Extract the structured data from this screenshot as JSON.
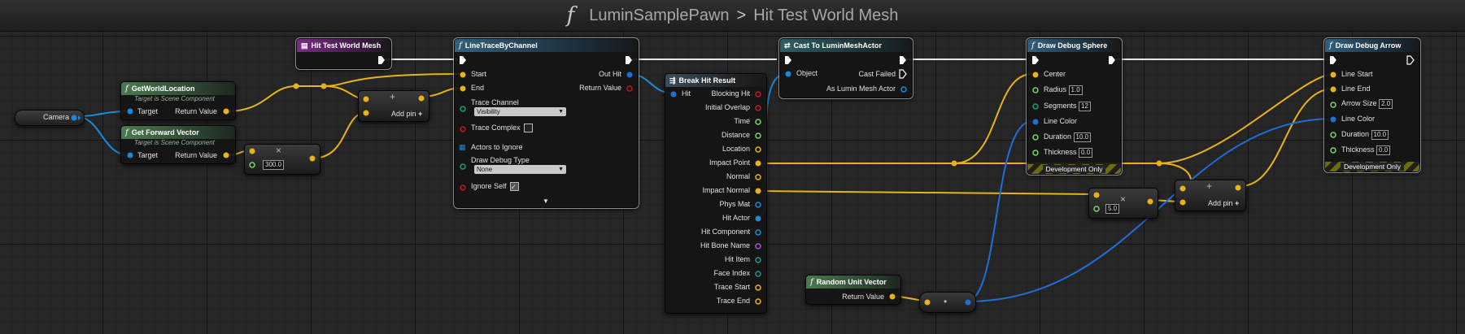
{
  "title": {
    "icon": "function-icon",
    "blueprint": "LuminSamplePawn",
    "separator": ">",
    "function": "Hit Test World Mesh"
  },
  "colors": {
    "exec": "#ffffff",
    "vector": "#e6b417",
    "object": "#1a8ad8",
    "float": "#7bd36f",
    "struct": "#1e6fd6"
  },
  "nodes": {
    "camera": {
      "label": "Camera"
    },
    "get_world_location": {
      "title": "GetWorldLocation",
      "subtitle": "Target is Scene Component",
      "target": "Target",
      "return": "Return Value"
    },
    "get_forward_vector": {
      "title": "Get Forward Vector",
      "subtitle": "Target is Scene Component",
      "target": "Target",
      "return": "Return Value"
    },
    "multiply": {
      "symbol": "×",
      "value": "300.0"
    },
    "add1": {
      "symbol": "+",
      "add_pin": "Add pin"
    },
    "hit_test_entry": {
      "title": "Hit Test World Mesh"
    },
    "line_trace": {
      "title": "LineTraceByChannel",
      "start": "Start",
      "end": "End",
      "out_hit": "Out Hit",
      "return": "Return Value",
      "trace_channel": "Trace Channel",
      "trace_channel_value": "Visibility",
      "trace_complex": "Trace Complex",
      "actors_to_ignore": "Actors to Ignore",
      "draw_debug_type": "Draw Debug Type",
      "draw_debug_type_value": "None",
      "ignore_self": "Ignore Self",
      "expand": "▼"
    },
    "break_hit": {
      "title": "Break Hit Result",
      "hit": "Hit",
      "outputs": [
        "Blocking Hit",
        "Initial Overlap",
        "Time",
        "Distance",
        "Location",
        "Impact Point",
        "Normal",
        "Impact Normal",
        "Phys Mat",
        "Hit Actor",
        "Hit Component",
        "Hit Bone Name",
        "Hit Item",
        "Face Index",
        "Trace Start",
        "Trace End"
      ]
    },
    "cast": {
      "title": "Cast To LuminMeshActor",
      "object": "Object",
      "cast_failed": "Cast Failed",
      "as_actor": "As Lumin Mesh Actor"
    },
    "random_vector": {
      "title": "Random Unit Vector",
      "return": "Return Value"
    },
    "convert": {
      "symbol": "•"
    },
    "multiply2": {
      "symbol": "×",
      "value": "5.0"
    },
    "add2": {
      "symbol": "+",
      "add_pin": "Add pin"
    },
    "sphere": {
      "title": "Draw Debug Sphere",
      "center": "Center",
      "radius": "Radius",
      "radius_value": "1.0",
      "segments": "Segments",
      "segments_value": "12",
      "line_color": "Line Color",
      "duration": "Duration",
      "duration_value": "10.0",
      "thickness": "Thickness",
      "thickness_value": "0.0",
      "dev_only": "Development Only"
    },
    "arrow": {
      "title": "Draw Debug Arrow",
      "line_start": "Line Start",
      "line_end": "Line End",
      "arrow_size": "Arrow Size",
      "arrow_size_value": "2.0",
      "line_color": "Line Color",
      "duration": "Duration",
      "duration_value": "10.0",
      "thickness": "Thickness",
      "thickness_value": "0.0",
      "dev_only": "Development Only"
    }
  }
}
